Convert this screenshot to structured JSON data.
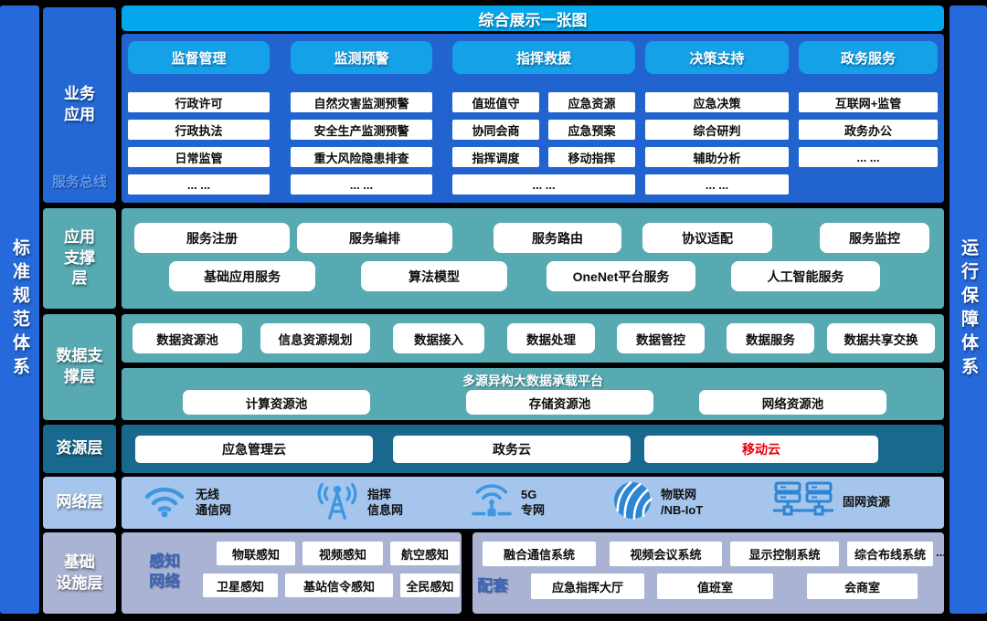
{
  "banner": {
    "title": "综合展示一张图"
  },
  "left_sidebar": {
    "title": "标准规范体系"
  },
  "right_sidebar": {
    "title": "运行保障体系"
  },
  "business": {
    "label": {
      "l1": "业务",
      "l2": "应用"
    },
    "bus": "服务总线",
    "col1": {
      "header": "监督管理",
      "i1": "行政许可",
      "i2": "行政执法",
      "i3": "日常监管",
      "i4": "... ..."
    },
    "col2": {
      "header": "监测预警",
      "i1": "自然灾害监测预警",
      "i2": "安全生产监测预警",
      "i3": "重大风险隐患排查",
      "i4": "... ..."
    },
    "col3": {
      "header": "指挥救援",
      "l1": "值班值守",
      "l2": "协同会商",
      "l3": "指挥调度",
      "r1": "应急资源",
      "r2": "应急预案",
      "r3": "移动指挥",
      "footer": "... ..."
    },
    "col4": {
      "header": "决策支持",
      "i1": "应急决策",
      "i2": "综合研判",
      "i3": "辅助分析",
      "i4": "... ..."
    },
    "col5": {
      "header": "政务服务",
      "i1": "互联网+监管",
      "i2": "政务办公",
      "i3": "... ..."
    }
  },
  "app_support": {
    "label": {
      "l1": "应用",
      "l2": "支撑",
      "l3": "层"
    },
    "r1": {
      "i1": "服务注册",
      "i2": "服务编排",
      "i3": "服务路由",
      "i4": "协议适配",
      "i5": "服务监控"
    },
    "r2": {
      "i1": "基础应用服务",
      "i2": "算法模型",
      "i3": "OneNet平台服务",
      "i4": "人工智能服务"
    }
  },
  "data_support": {
    "label": {
      "l1": "数据支",
      "l2": "撑层"
    },
    "r1": {
      "i1": "数据资源池",
      "i2": "信息资源规划",
      "i3": "数据接入",
      "i4": "数据处理",
      "i5": "数据管控",
      "i6": "数据服务",
      "i7": "数据共享交换"
    },
    "platform": {
      "title": "多源异构大数据承载平台",
      "i1": "计算资源池",
      "i2": "存储资源池",
      "i3": "网络资源池"
    }
  },
  "resource": {
    "label": "资源层",
    "i1": "应急管理云",
    "i2": "政务云",
    "i3": "移动云"
  },
  "network": {
    "label": "网络层",
    "n1": {
      "l1": "无线",
      "l2": "通信网"
    },
    "n2": {
      "l1": "指挥",
      "l2": "信息网"
    },
    "n3": {
      "l1": "5G",
      "l2": "专网"
    },
    "n4": {
      "l1": "物联网",
      "l2": "/NB-IoT"
    },
    "n5": {
      "l1": "固网资源"
    }
  },
  "infrastructure": {
    "label": {
      "l1": "基础",
      "l2": "设施层"
    },
    "sensing": {
      "label_l1": "感知",
      "label_l2": "网络",
      "i1": "物联感知",
      "i2": "视频感知",
      "i3": "航空感知",
      "i4": "卫星感知",
      "i5": "基站信令感知",
      "i6": "全民感知"
    },
    "facility": {
      "i1": "融合通信系统",
      "i2": "视频会议系统",
      "i3": "显示控制系统",
      "i4": "综合布线系统",
      "more": "...",
      "label": "配套",
      "i5": "应急指挥大厅",
      "i6": "值班室",
      "i7": "会商室"
    }
  },
  "colors": {
    "banner_cyan": "#04a7ec",
    "header_cyan": "#14a1e8",
    "panel_blue": "#2164d0",
    "sidebar_blue": "#2569da",
    "teal": "#57a9b2",
    "dark_teal": "#19698e",
    "light_blue": "#a6c5ec",
    "lavender": "#aab3d3",
    "highlight_red": "#e8000b",
    "icon_blue": "#3f97e2"
  }
}
